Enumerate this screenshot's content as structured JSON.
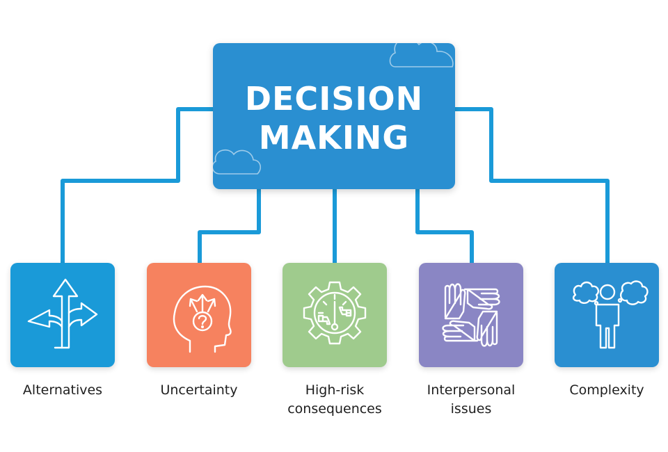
{
  "title": {
    "line1": "DECISION",
    "line2": "MAKING"
  },
  "colors": {
    "title_box": "#2a8fd1",
    "connector": "#1a9ad8",
    "alternatives": "#1a9ad8",
    "uncertainty": "#f6825f",
    "high_risk": "#9fcb8d",
    "interpersonal": "#8a86c4",
    "complexity": "#2a8fd1"
  },
  "factors": [
    {
      "line1": "Alternatives",
      "line2": "",
      "icon": "split-arrows-icon"
    },
    {
      "line1": "Uncertainty",
      "line2": "",
      "icon": "head-question-icon"
    },
    {
      "line1": "High-risk",
      "line2": "consequences",
      "icon": "gear-gauge-icon"
    },
    {
      "line1": "Interpersonal",
      "line2": "issues",
      "icon": "joined-hands-icon"
    },
    {
      "line1": "Complexity",
      "line2": "",
      "icon": "person-thought-clouds-icon"
    }
  ]
}
